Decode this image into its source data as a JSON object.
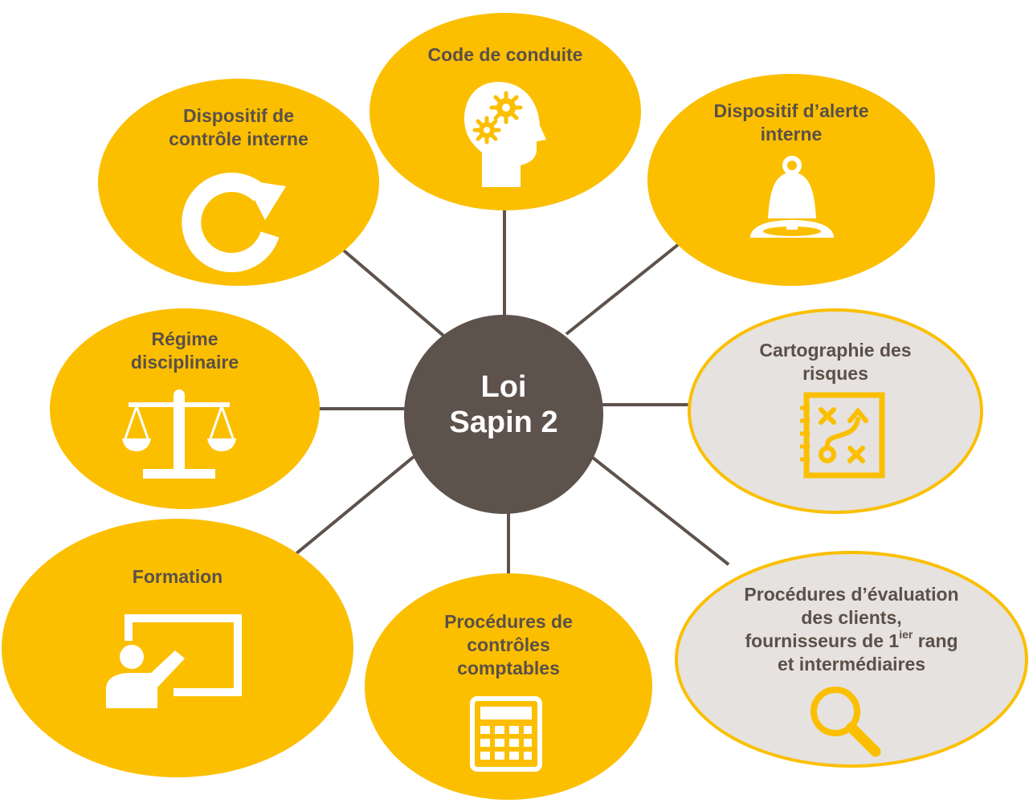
{
  "center": {
    "line1": "Loi",
    "line2": "Sapin 2"
  },
  "colors": {
    "accent": "#FBBF00",
    "center": "#5E524C",
    "text": "#5B5048",
    "highlight_fill": "#E5E2DF",
    "connector": "#5E524C"
  },
  "nodes": {
    "code_conduite": {
      "line1": "Code de conduite",
      "icon": "head-gears-icon"
    },
    "controle_interne": {
      "line1": "Dispositif de",
      "line2": "contrôle interne",
      "icon": "refresh-arrow-icon"
    },
    "alerte_interne": {
      "line1": "Dispositif d’alerte",
      "line2": "interne",
      "icon": "bell-icon"
    },
    "regime_disciplinaire": {
      "line1": "Régime",
      "line2": "disciplinaire",
      "icon": "scales-icon"
    },
    "cartographie": {
      "line1": "Cartographie des",
      "line2": "risques",
      "icon": "strategy-board-icon"
    },
    "formation": {
      "line1": "Formation",
      "icon": "teacher-board-icon"
    },
    "controles_comptables": {
      "line1": "Procédures de",
      "line2": "contrôles",
      "line3": "comptables",
      "icon": "calculator-icon"
    },
    "evaluation": {
      "line1": "Procédures d’évaluation",
      "line2": "des clients,",
      "line3_pre": "fournisseurs de 1",
      "line3_sup": "ier",
      "line3_post": " rang",
      "line4": "et intermédiaires",
      "icon": "magnifier-icon"
    }
  }
}
